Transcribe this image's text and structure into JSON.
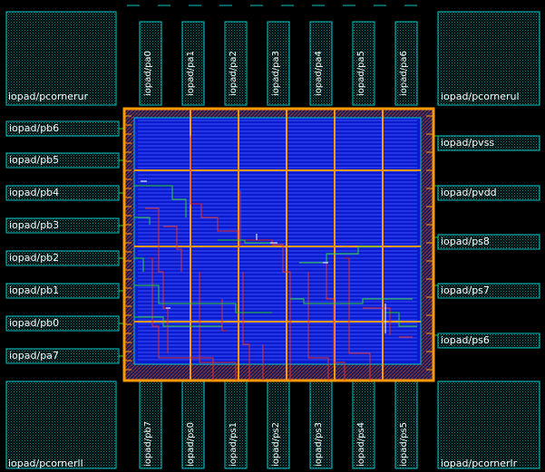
{
  "colors": {
    "background": "#000000",
    "pad_outline": "#00c8c8",
    "core_fill": "#0a1acc",
    "core_line": "#3b52ff",
    "power_ring": "#ff9900",
    "route_red": "#e0302a",
    "route_green": "#2fd12f",
    "label": "#ffffff"
  },
  "corners": {
    "top_left": "iopad/pcornerur",
    "top_right": "iopad/pcornerul",
    "bottom_left": "iopad/pcornerll",
    "bottom_right": "iopad/pcornerlr"
  },
  "top_pads": [
    "iopad/pa0",
    "iopad/pa1",
    "iopad/pa2",
    "iopad/pa3",
    "iopad/pa4",
    "iopad/pa5",
    "iopad/pa6"
  ],
  "bottom_pads": [
    "iopad/pb7",
    "iopad/ps0",
    "iopad/ps1",
    "iopad/ps2",
    "iopad/ps3",
    "iopad/ps4",
    "iopad/ps5"
  ],
  "left_pads": [
    "iopad/pb6",
    "iopad/pb5",
    "iopad/pb4",
    "iopad/pb3",
    "iopad/pb2",
    "iopad/pb1",
    "iopad/pb0",
    "iopad/pa7"
  ],
  "right_pads": [
    "iopad/pvss",
    "iopad/pvdd",
    "iopad/ps8",
    "iopad/ps7",
    "iopad/ps6"
  ]
}
